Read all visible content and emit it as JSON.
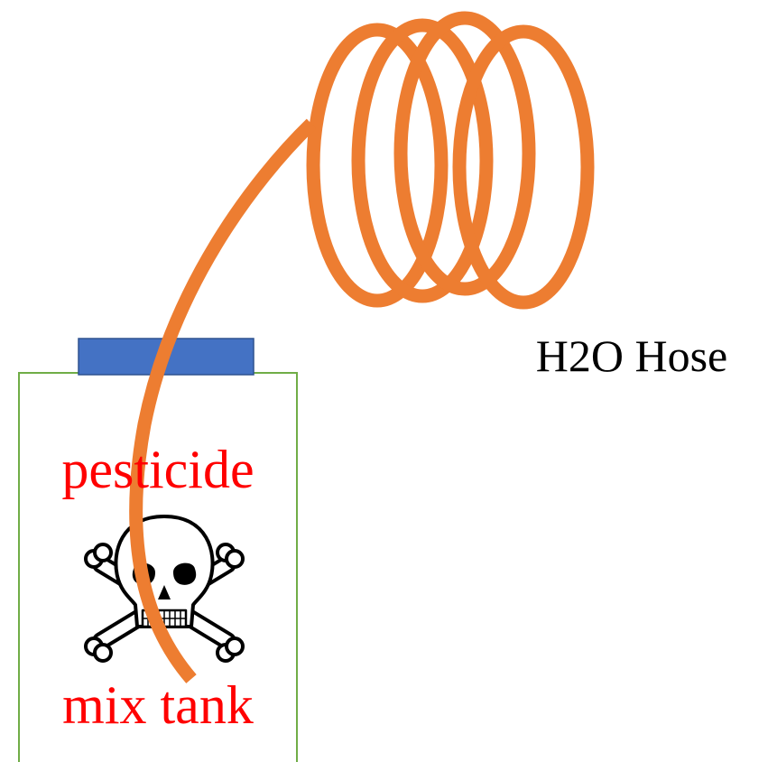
{
  "labels": {
    "hose": "H2O Hose",
    "tank_top": "pesticide",
    "tank_bottom": "mix tank"
  },
  "icons": {
    "hazard": "skull-and-crossbones-icon"
  },
  "colors": {
    "hose": "#ED7D31",
    "cap": "#4472C4",
    "tank_outline": "#70AD47",
    "tank_text": "#FF0000",
    "label_text": "#000000"
  }
}
